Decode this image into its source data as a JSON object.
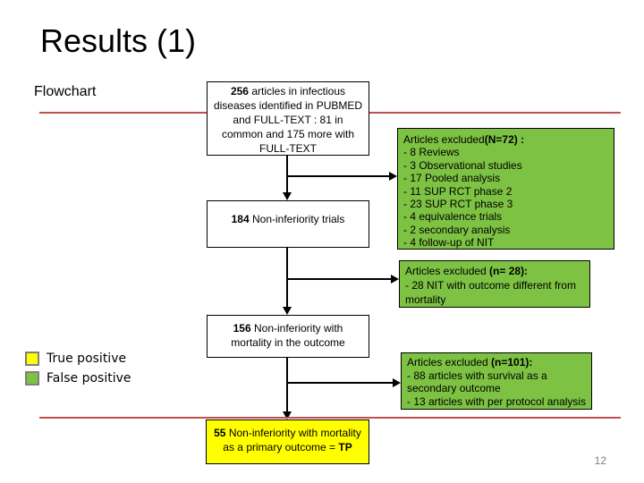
{
  "slide": {
    "title": "Results (1)",
    "subtitle": "Flowchart",
    "page_number": "12"
  },
  "colors": {
    "rule": "#c0504d",
    "excluded_fill": "#7dc243",
    "tp_fill": "#ffff00"
  },
  "boxes": {
    "identified": {
      "count": "256",
      "text": " articles in infectious",
      "lines": [
        "diseases identified in PUBMED",
        "and FULL-TEXT  : 81 in",
        "common and 175 more with",
        "FULL-TEXT"
      ]
    },
    "noninferiority": {
      "count": "184",
      "text": " Non-inferiority trials"
    },
    "mortality": {
      "count": "156",
      "text": " Non-inferiority with",
      "line2": "mortality in the outcome"
    },
    "primary": {
      "count": "55",
      "text": " Non-inferiority with mortality",
      "line2_a": "as a primary outcome = ",
      "line2_b": "TP"
    }
  },
  "excluded": {
    "first": {
      "heading_a": "Articles excluded",
      "heading_b": "(N=72) :",
      "items": [
        "- 8 Reviews",
        "- 3 Observational studies",
        "- 17 Pooled analysis",
        "- 11 SUP RCT phase 2",
        "- 23 SUP RCT phase 3",
        "- 4 equivalence trials",
        "- 2 secondary analysis",
        "- 4 follow-up of NIT"
      ]
    },
    "second": {
      "heading_a": "Articles excluded ",
      "heading_b": "(n= 28):",
      "items": [
        "- 28 NIT with outcome different from",
        "mortality"
      ]
    },
    "third": {
      "heading_a": "Articles excluded ",
      "heading_b": "(n=101):",
      "items": [
        "- 88 articles with survival as a",
        "secondary outcome",
        "- 13 articles with per protocol analysis"
      ]
    }
  },
  "legend": {
    "true_positive": "True positive",
    "false_positive": "False positive",
    "true_color": "#ffff00",
    "false_color": "#7dc243"
  }
}
